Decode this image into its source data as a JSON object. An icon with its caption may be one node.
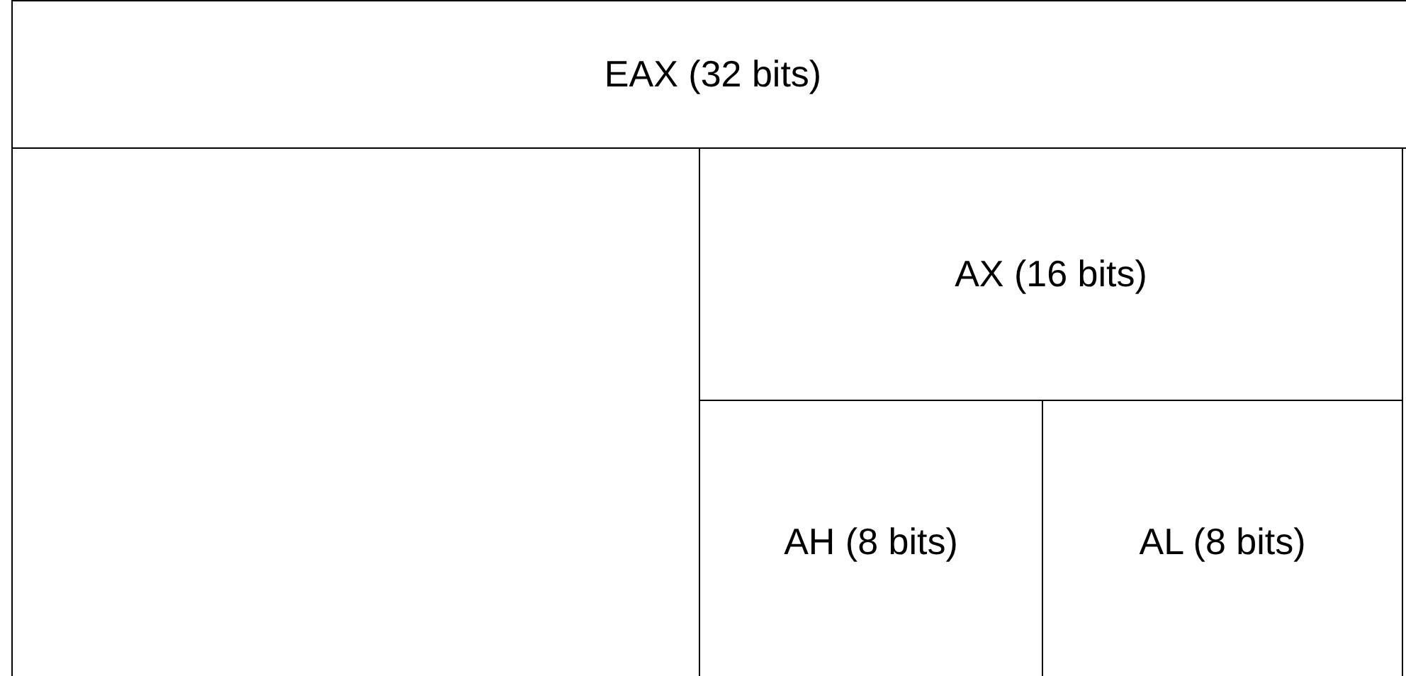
{
  "diagram": {
    "nodes": [
      {
        "text": [
          "EAX (32 bits)"
        ]
      },
      {
        "text": [],
        "shape": "box"
      },
      {
        "text": [
          "AX (16 bits)"
        ]
      },
      {
        "text": [
          "AH (8 bits)"
        ]
      },
      {
        "text": [
          "AL (8 bits)"
        ]
      }
    ]
  }
}
